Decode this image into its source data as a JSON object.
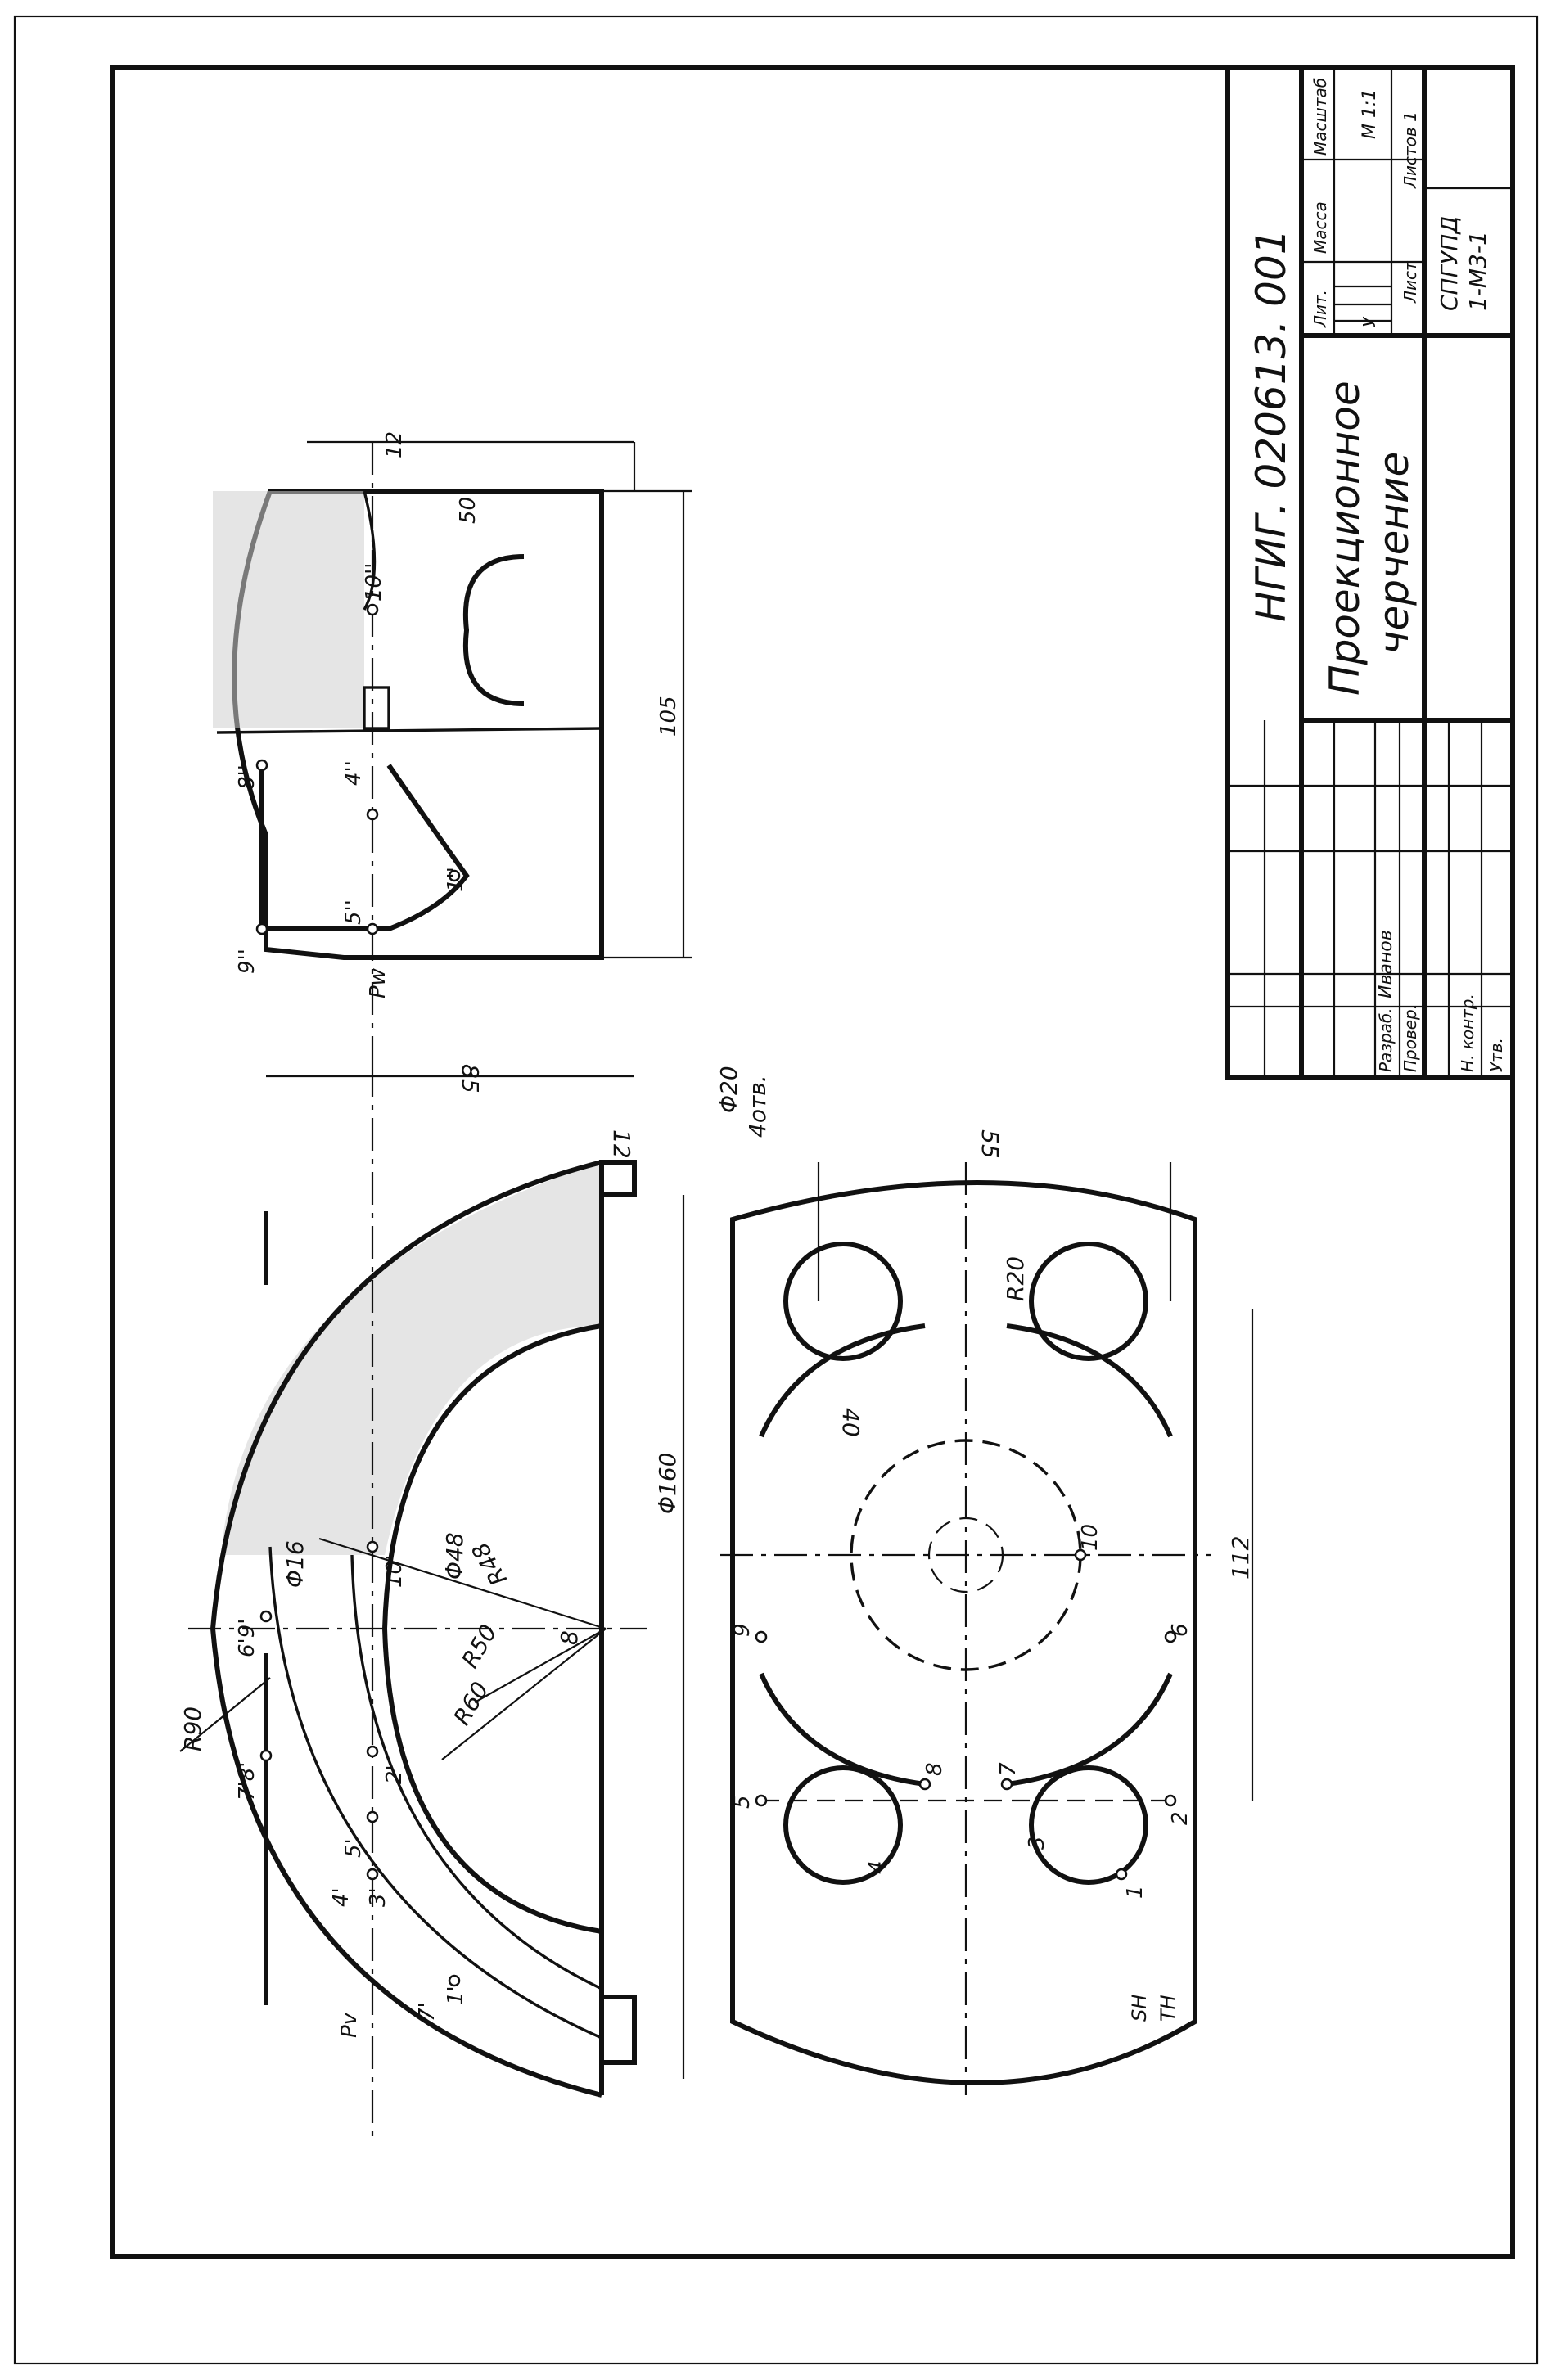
{
  "title_block": {
    "designation": "НГИГ. 020613. 001",
    "drawing_title_line1": "Проекционное",
    "drawing_title_line2": "черчение",
    "col_lit": "Лит.",
    "col_mass": "Масса",
    "col_scale": "Масштаб",
    "scale_value": "М 1:1",
    "lit_value": "У",
    "sheet_label": "Лист",
    "sheets_label": "Листов 1",
    "organization_line1": "СПГУПД",
    "organization_line2": "1-М3-1",
    "role_developer": "Разраб.",
    "role_checker": "Провер.",
    "role_norm_control": "Н. контр.",
    "role_approver": "Утв.",
    "developer_name": "Иванов"
  },
  "dimensions": {
    "r90": "R90",
    "r60": "R60",
    "r50": "R50",
    "r48": "R48",
    "r20": "R20",
    "d16": "Φ16",
    "d48": "Φ48",
    "d160": "Φ160",
    "d20": "Φ20",
    "holes": "4отв.",
    "d85": "85",
    "d12_front": "12",
    "d8": "8",
    "d40": "40",
    "d55": "55",
    "d112": "112",
    "d105": "105",
    "d50": "50",
    "d12_side": "12"
  },
  "point_labels": {
    "front": [
      "1'",
      "7'",
      "3'",
      "4'",
      "5'",
      "2'",
      "7'8'",
      "6'9'",
      "10'"
    ],
    "top": [
      "1",
      "2",
      "3",
      "4",
      "5",
      "6",
      "7",
      "8",
      "9",
      "10"
    ],
    "side": [
      "9''",
      "8''",
      "5''",
      "4''",
      "1''",
      "10''"
    ],
    "planes": [
      "Pv",
      "Pw",
      "SH",
      "TH"
    ]
  }
}
